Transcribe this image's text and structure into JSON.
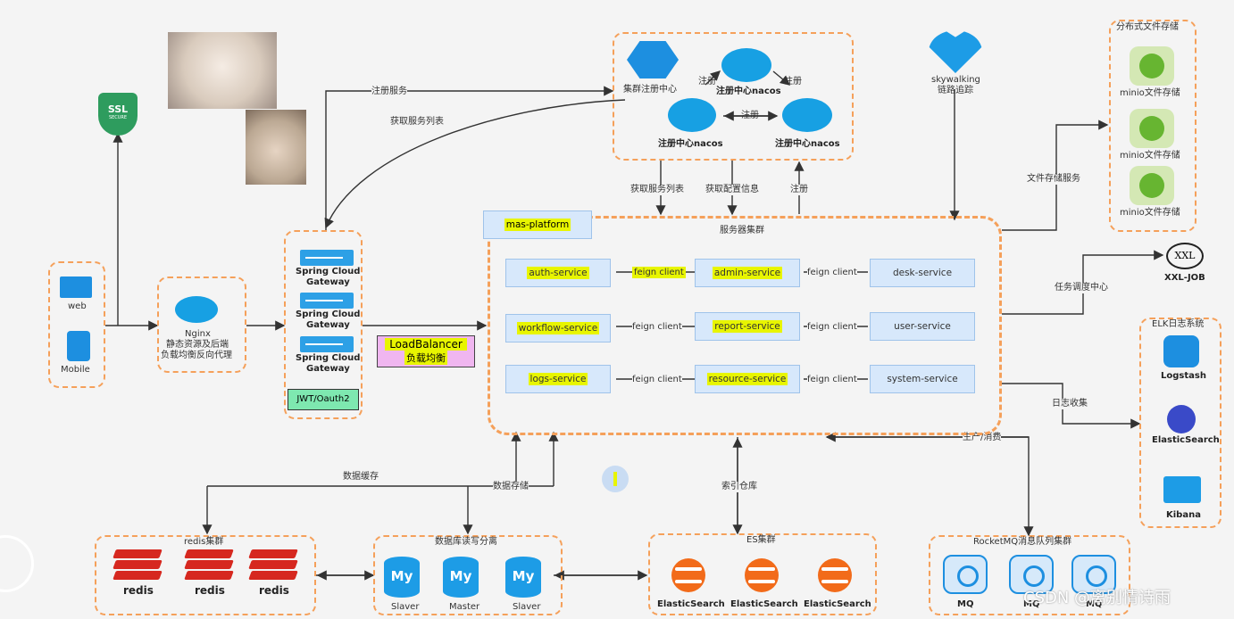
{
  "client": {
    "web": "web",
    "mobile": "Mobile"
  },
  "nginx": {
    "name": "Nginx",
    "line1": "静态资源及后端",
    "line2": "负载均衡反向代理"
  },
  "gateway": {
    "label": "Spring Cloud",
    "label2": "Gateway",
    "auth": "JWT/Oauth2"
  },
  "loadbalancer": {
    "title": "LoadBalancer",
    "subtitle": "负载均衡"
  },
  "platform": "mas-platform",
  "cluster_title": "服务器集群",
  "services": {
    "auth": "auth-service",
    "admin": "admin-service",
    "desk": "desk-service",
    "workflow": "workflow-service",
    "report": "report-service",
    "user": "user-service",
    "logs": "logs-service",
    "resource": "resource-service",
    "system": "system-service"
  },
  "feign": "feign client",
  "nacos": {
    "center": "集群注册中心",
    "node": "注册中心nacos",
    "register": "注册"
  },
  "skywalking": {
    "name": "skywalking",
    "sub": "链路追踪"
  },
  "edges": {
    "register_service": "注册服务",
    "get_service_list": "获取服务列表",
    "get_service_list2": "获取服务列表",
    "get_config": "获取配置信息",
    "register": "注册",
    "file_storage": "文件存储服务",
    "task_center": "任务调度中心",
    "log_collect": "日志收集",
    "produce_consume": "生产/消费",
    "data_cache": "数据缓存",
    "data_store": "数据存储",
    "index_store": "索引仓库"
  },
  "minio": {
    "title": "分布式文件存储",
    "item": "minio文件存储"
  },
  "xxl": {
    "logo": "XXL",
    "name": "XXL-JOB"
  },
  "elk": {
    "title": "ELK日志系统",
    "logstash": "Logstash",
    "elastic": "ElasticSearch",
    "kibana": "Kibana"
  },
  "redis": {
    "title": "redis集群",
    "item": "redis"
  },
  "mysql": {
    "title": "数据库读写分离",
    "my": "My",
    "slave1": "Slaver",
    "master": "Master",
    "slave2": "Slaver"
  },
  "es": {
    "title": "ES集群",
    "item": "ElasticSearch"
  },
  "mq": {
    "title": "RocketMQ消息队列集群",
    "item": "MQ"
  },
  "ssl": {
    "top": "SSL",
    "bottom": "SECURE"
  },
  "watermark": "CSDN @离别情诗雨",
  "colors": {
    "dash": "#f5a05a",
    "service": "#d7e8fb",
    "highlight": "#e8f500",
    "blue": "#17a0e3",
    "redis": "#d6281f",
    "es": "#f26b1a"
  }
}
